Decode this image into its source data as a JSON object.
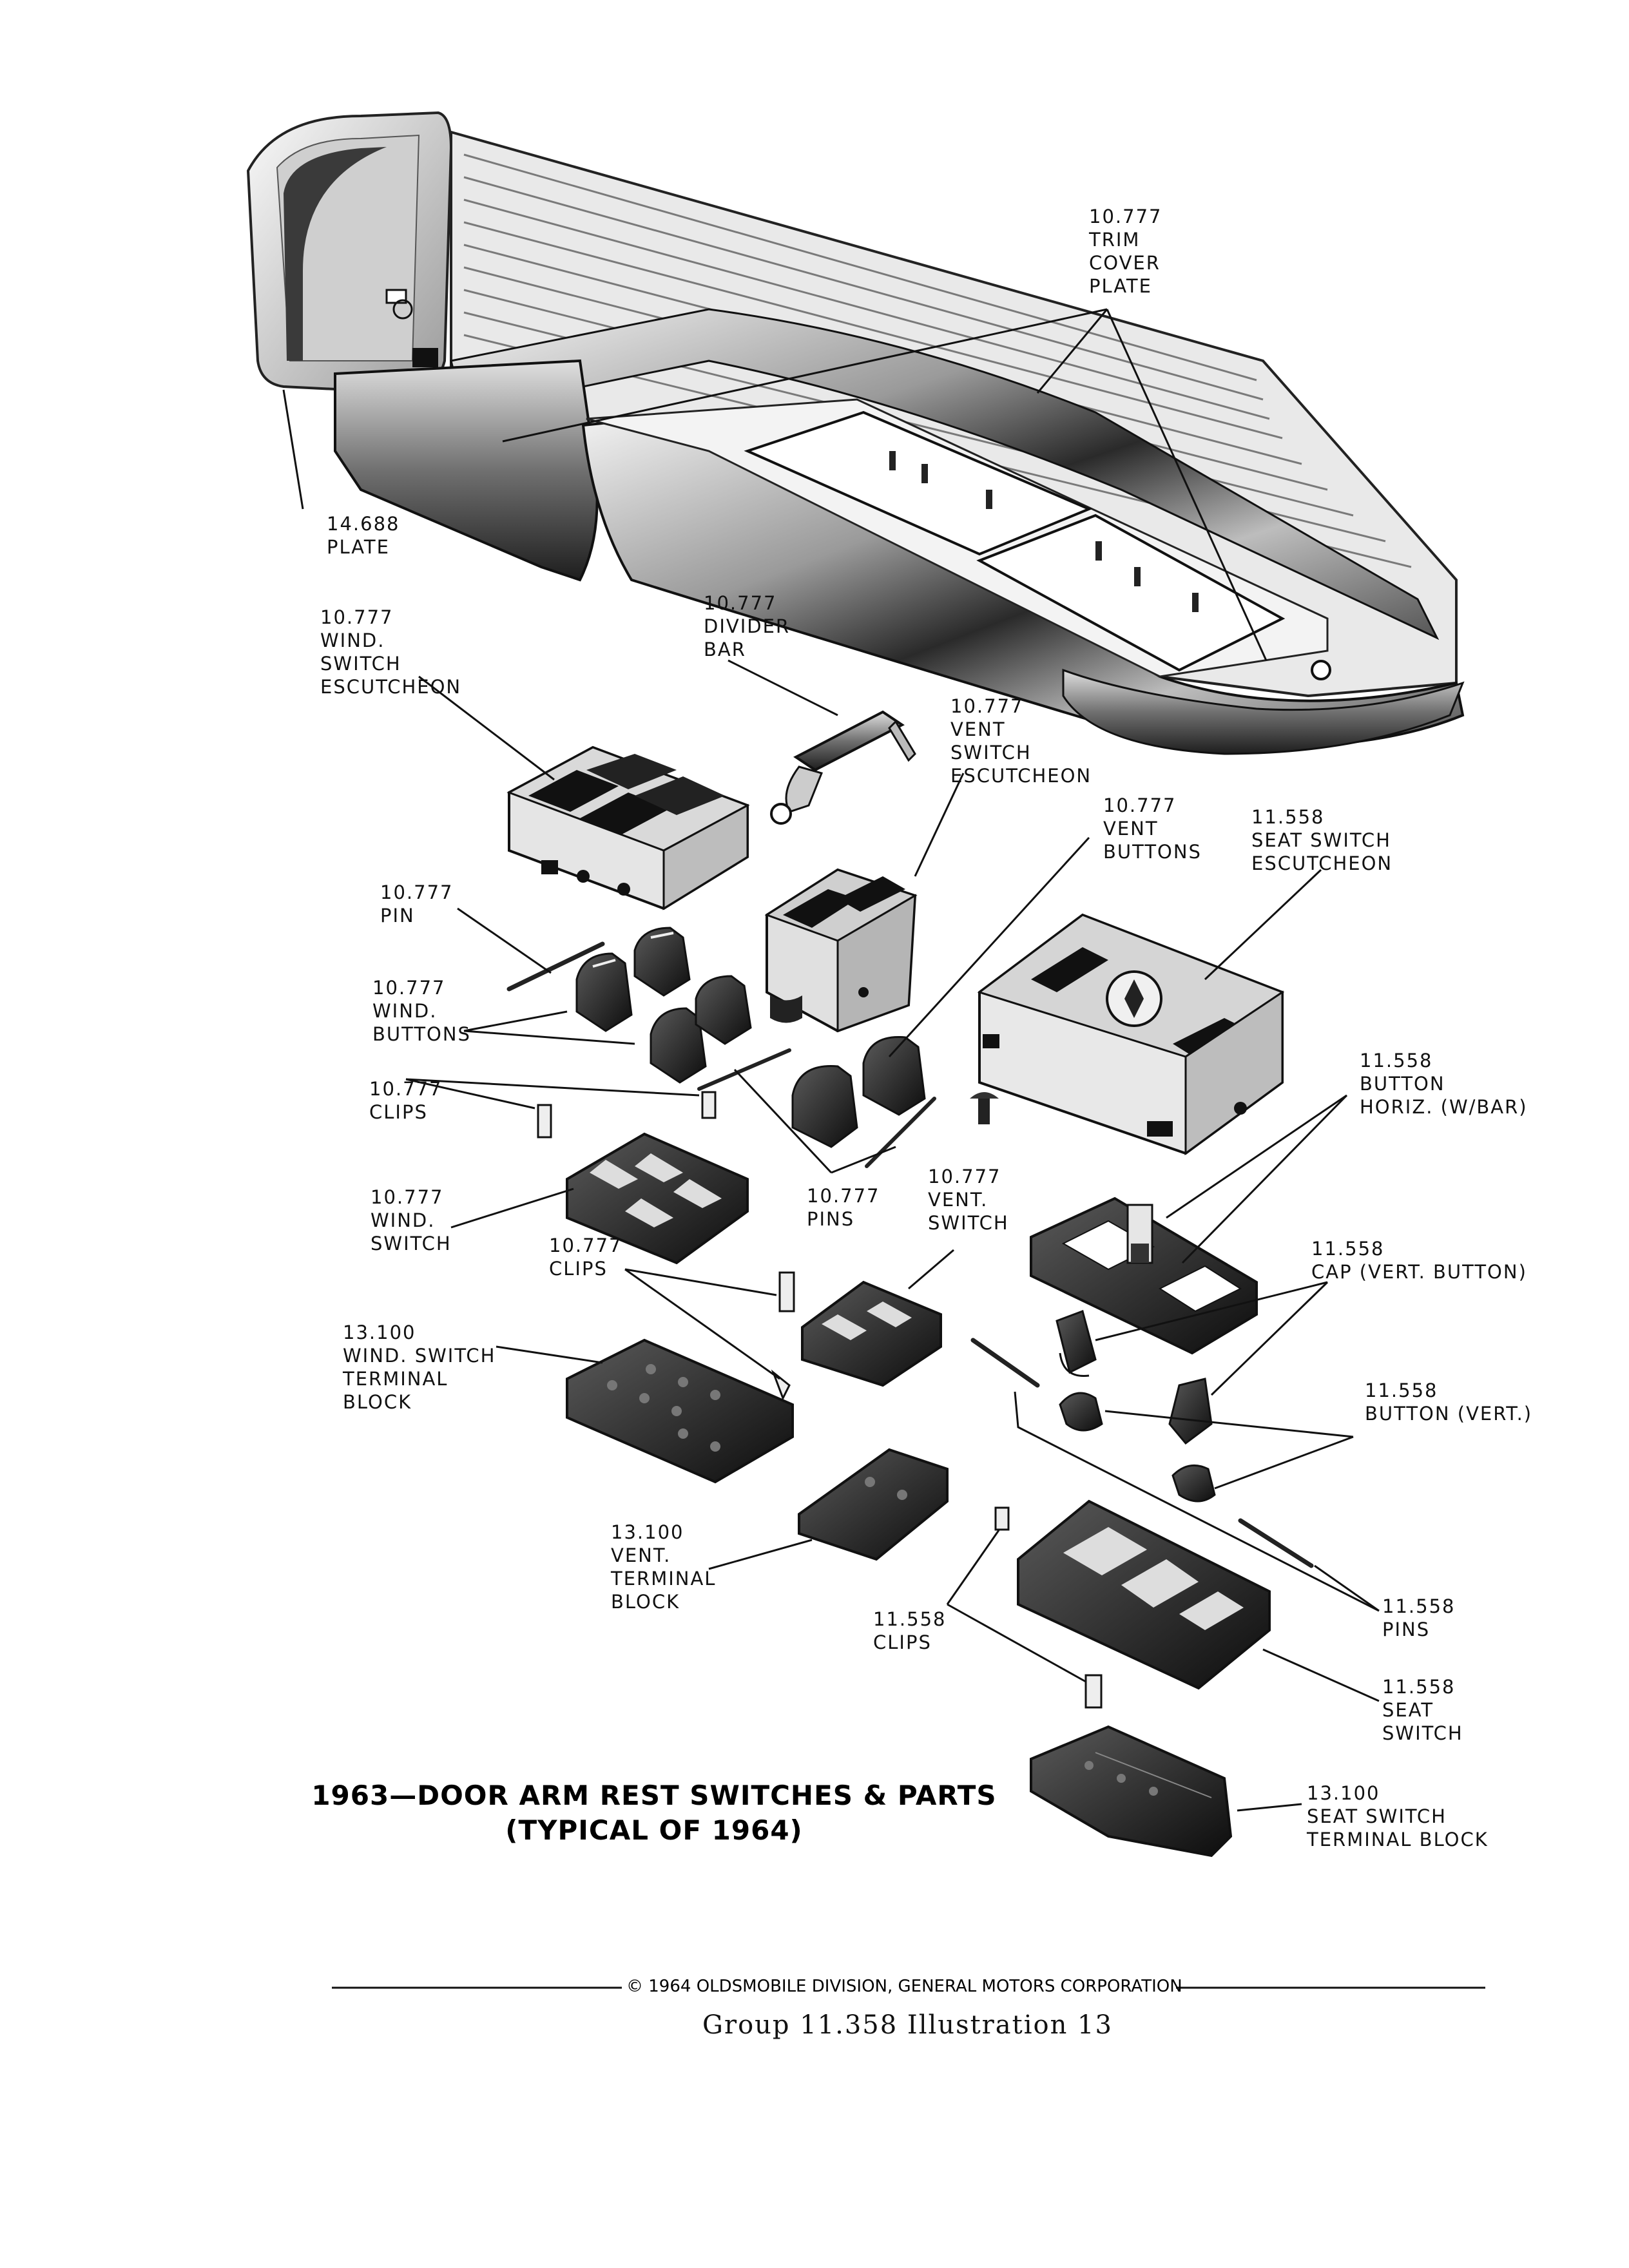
{
  "title": {
    "line1": "1963—DOOR ARM REST SWITCHES & PARTS",
    "line2": "(TYPICAL OF 1964)"
  },
  "labels": {
    "trim_cover_plate": [
      "10.777",
      "TRIM",
      "COVER",
      "PLATE"
    ],
    "plate_14688": [
      "14.688",
      "PLATE"
    ],
    "wind_switch_escutcheon": [
      "10.777",
      "WIND.",
      "SWITCH",
      "ESCUTCHEON"
    ],
    "divider_bar": [
      "10.777",
      "DIVIDER",
      "BAR"
    ],
    "vent_switch_escutcheon": [
      "10.777",
      "VENT",
      "SWITCH",
      "ESCUTCHEON"
    ],
    "vent_buttons": [
      "10.777",
      "VENT",
      "BUTTONS"
    ],
    "seat_switch_escutcheon": [
      "11.558",
      "SEAT SWITCH",
      "ESCUTCHEON"
    ],
    "pin": [
      "10.777",
      "PIN"
    ],
    "wind_buttons": [
      "10.777",
      "WIND.",
      "BUTTONS"
    ],
    "clips_upper": [
      "10.777",
      "CLIPS"
    ],
    "button_horiz": [
      "11.558",
      "BUTTON",
      "HORIZ. (W/BAR)"
    ],
    "wind_switch": [
      "10.777",
      "WIND.",
      "SWITCH"
    ],
    "pins_10777": [
      "10.777",
      "PINS"
    ],
    "vent_switch": [
      "10.777",
      "VENT.",
      "SWITCH"
    ],
    "clips_lower": [
      "10.777",
      "CLIPS"
    ],
    "cap_vert_button": [
      "11.558",
      "CAP (VERT. BUTTON)"
    ],
    "wind_switch_terminal_block": [
      "13.100",
      "WIND. SWITCH",
      "TERMINAL",
      "BLOCK"
    ],
    "button_vert": [
      "11.558",
      "BUTTON (VERT.)"
    ],
    "vent_terminal_block": [
      "13.100",
      "VENT.",
      "TERMINAL",
      "BLOCK"
    ],
    "clips_11558": [
      "11.558",
      "CLIPS"
    ],
    "pins_11558": [
      "11.558",
      "PINS"
    ],
    "seat_switch": [
      "11.558",
      "SEAT",
      "SWITCH"
    ],
    "seat_switch_terminal_block": [
      "13.100",
      "SEAT SWITCH",
      "TERMINAL BLOCK"
    ]
  },
  "footer": {
    "copyright": "© 1964 OLDSMOBILE DIVISION, GENERAL MOTORS CORPORATION",
    "group_line": "Group 11.358   Illustration 13"
  }
}
